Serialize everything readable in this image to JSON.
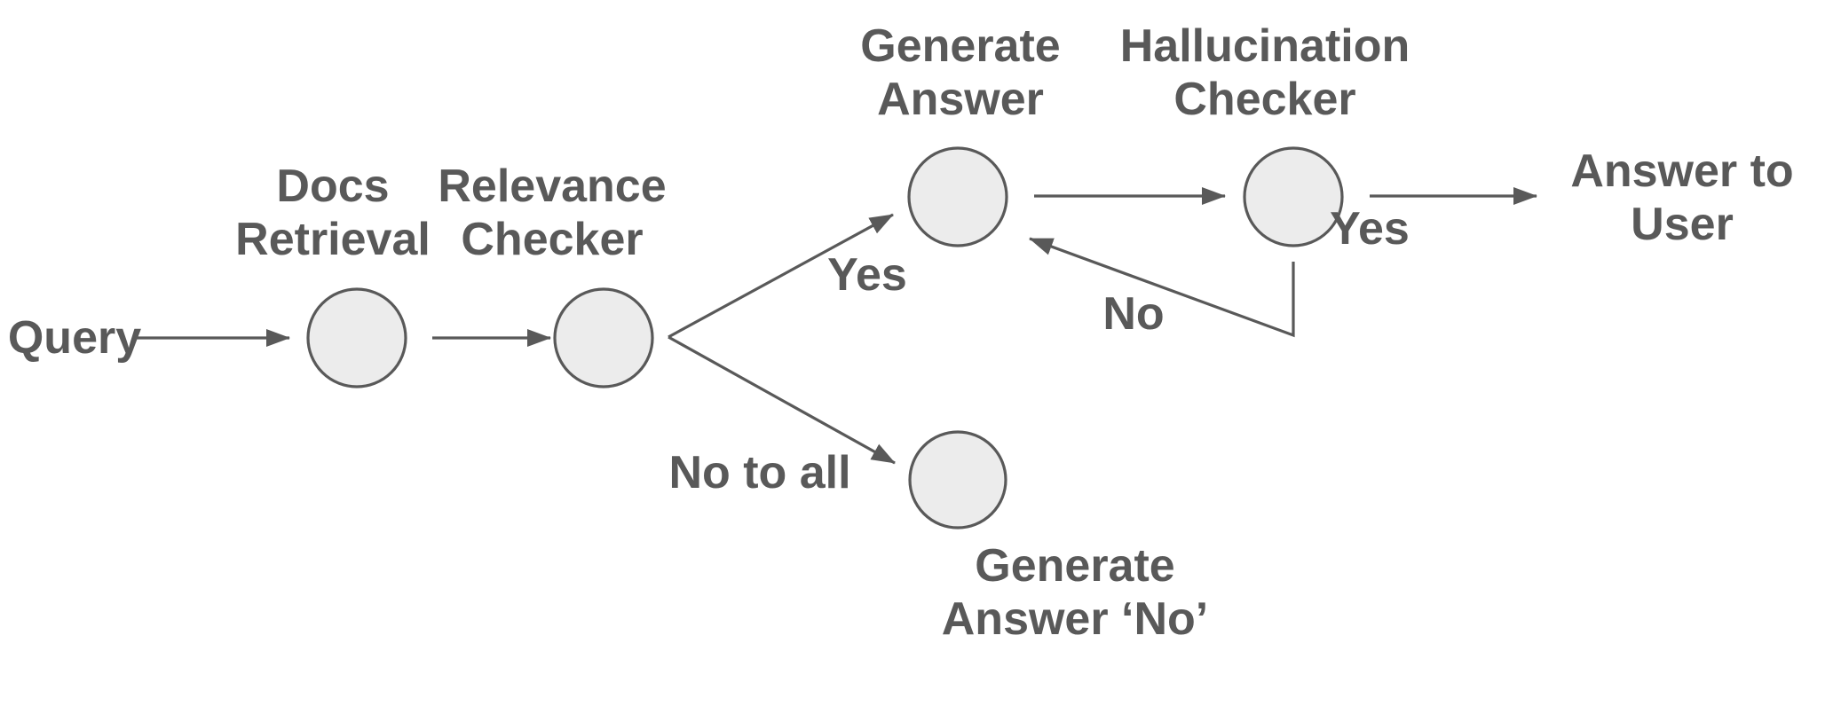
{
  "diagram": {
    "type": "flowchart",
    "colors": {
      "node_fill": "#ececec",
      "node_stroke": "#595959",
      "arrow": "#595959",
      "text": "#595959",
      "background": "#ffffff"
    },
    "terminals": [
      {
        "id": "query",
        "label": "Query"
      },
      {
        "id": "answer-to-user",
        "lines": [
          "Answer to",
          "User"
        ]
      }
    ],
    "nodes": [
      {
        "id": "docs-retrieval",
        "lines": [
          "Docs",
          "Retrieval"
        ]
      },
      {
        "id": "relevance-checker",
        "lines": [
          "Relevance",
          "Checker"
        ]
      },
      {
        "id": "generate-answer",
        "lines": [
          "Generate",
          "Answer"
        ]
      },
      {
        "id": "hallucination-checker",
        "lines": [
          "Hallucination",
          "Checker"
        ]
      },
      {
        "id": "generate-answer-no",
        "lines": [
          "Generate",
          "Answer ‘No’"
        ]
      }
    ],
    "edges": [
      {
        "from": "query",
        "to": "docs-retrieval",
        "label": ""
      },
      {
        "from": "docs-retrieval",
        "to": "relevance-checker",
        "label": ""
      },
      {
        "from": "relevance-checker",
        "to": "generate-answer",
        "label": "Yes"
      },
      {
        "from": "relevance-checker",
        "to": "generate-answer-no",
        "label": "No to all"
      },
      {
        "from": "generate-answer",
        "to": "hallucination-checker",
        "label": ""
      },
      {
        "from": "hallucination-checker",
        "to": "answer-to-user",
        "label": "Yes"
      },
      {
        "from": "hallucination-checker",
        "to": "generate-answer",
        "label": "No"
      }
    ]
  }
}
